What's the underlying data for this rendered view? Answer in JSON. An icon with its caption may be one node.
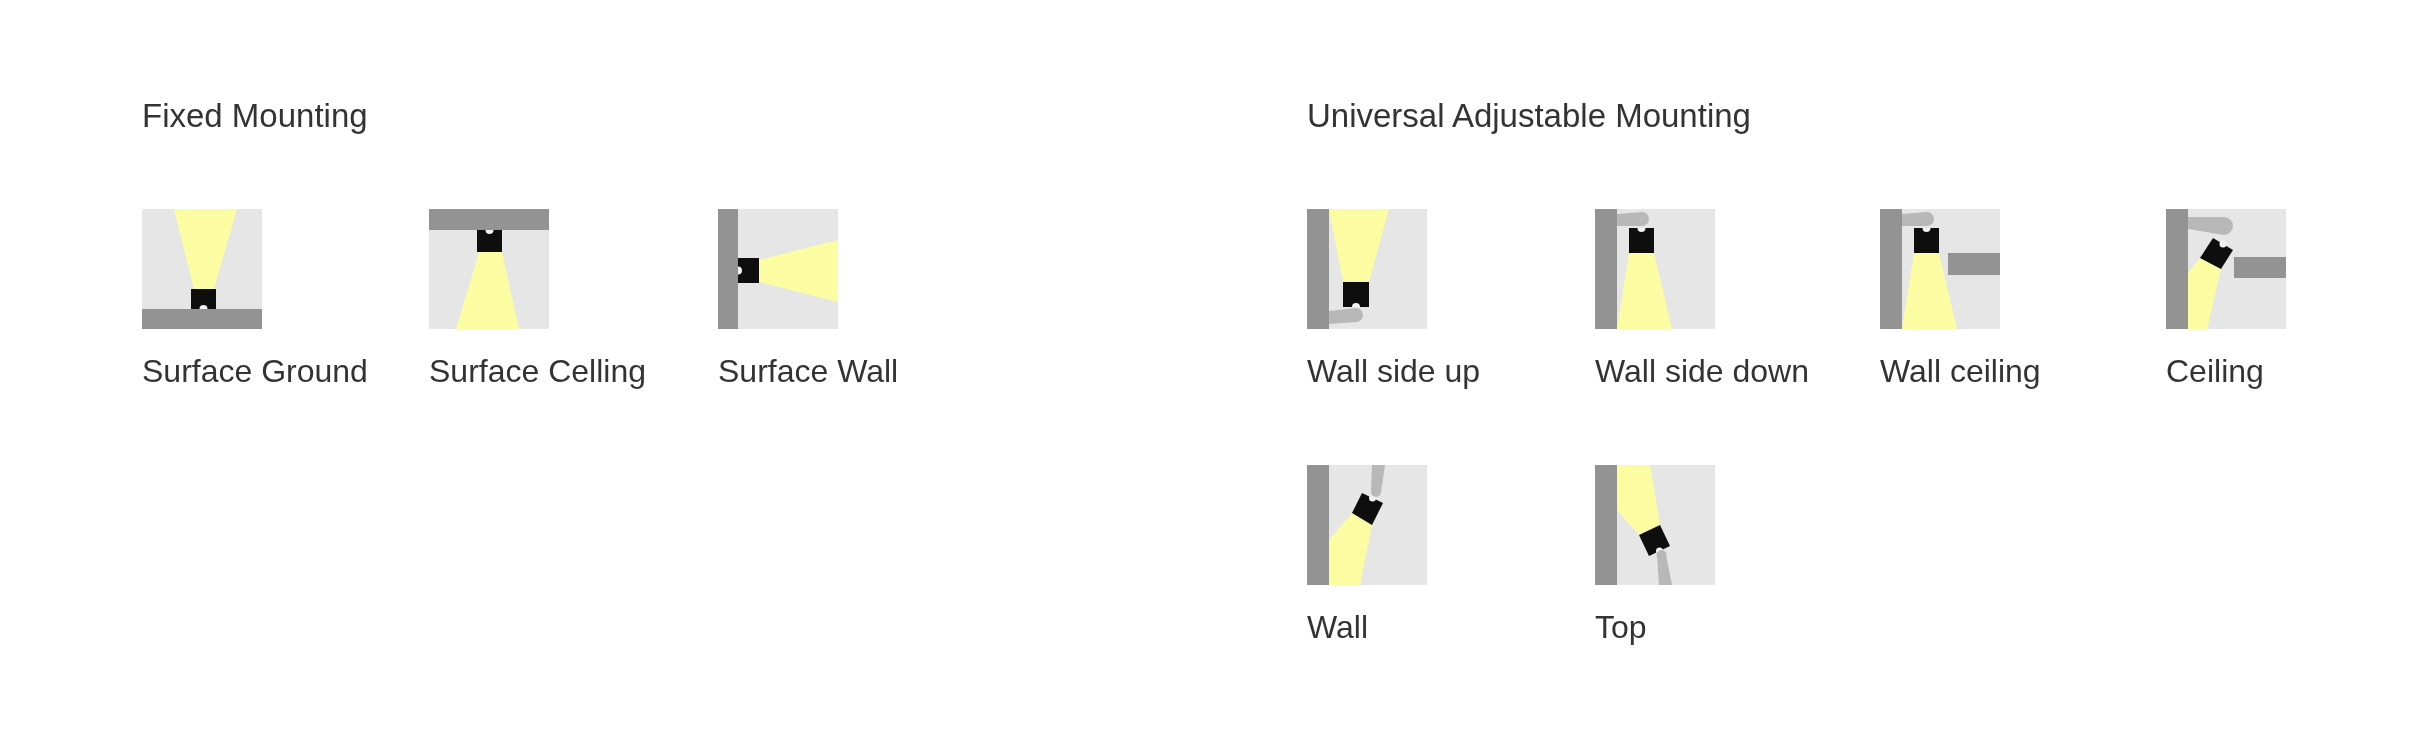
{
  "diagram": {
    "nodes": [
      {
        "text": [],
        "shape": "picture",
        "beside": [
          "Surface Ground"
        ]
      },
      {
        "text": [],
        "shape": "picture",
        "beside": [
          "Surface Celling"
        ]
      },
      {
        "text": [],
        "shape": "picture",
        "beside": [
          "Surface Wall"
        ]
      },
      {
        "text": [],
        "shape": "picture",
        "beside": [
          "Wall side up"
        ]
      },
      {
        "text": [],
        "shape": "picture",
        "beside": [
          "Wall side down"
        ]
      },
      {
        "text": [],
        "shape": "picture",
        "beside": [
          "Wall ceiling"
        ]
      },
      {
        "text": [],
        "shape": "picture",
        "beside": [
          "Ceiling"
        ]
      },
      {
        "text": [],
        "shape": "picture",
        "beside": [
          "Wall"
        ]
      },
      {
        "text": [],
        "shape": "picture",
        "beside": [
          "Top"
        ]
      }
    ],
    "labels": [
      "Fixed Mounting",
      "Universal Adjustable Mounting"
    ]
  }
}
